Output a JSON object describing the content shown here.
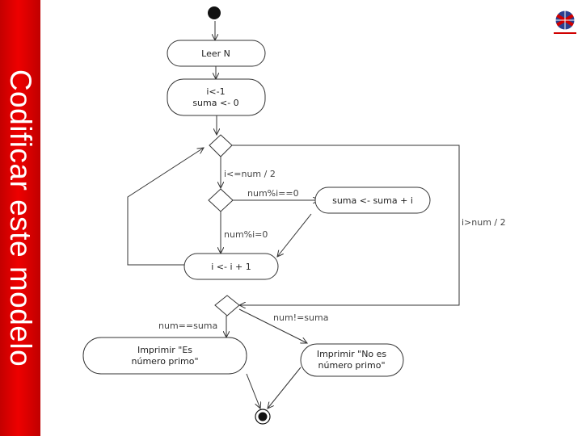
{
  "slide": {
    "title": "Codificar este modelo",
    "accent_color": "#e00000"
  },
  "logo": {
    "icon": "university-globe-logo"
  },
  "diagram": {
    "nodes": {
      "leer": "Leer N",
      "init_line1": "i<-1",
      "init_line2": "suma <- 0",
      "suma": "suma <- suma + i",
      "incr": "i <- i + 1",
      "es_primo_line1": "Imprimir \"Es",
      "es_primo_line2": "número primo\"",
      "no_es_line1": "Imprimir \"No es",
      "no_es_line2": "número primo\""
    },
    "guards": {
      "loop_continue": "i<=num / 2",
      "divisible": "num%i==0",
      "not_divisible": "num%i=0",
      "loop_exit": "i>num / 2",
      "equal": "num==suma",
      "not_equal": "num!=suma"
    }
  }
}
